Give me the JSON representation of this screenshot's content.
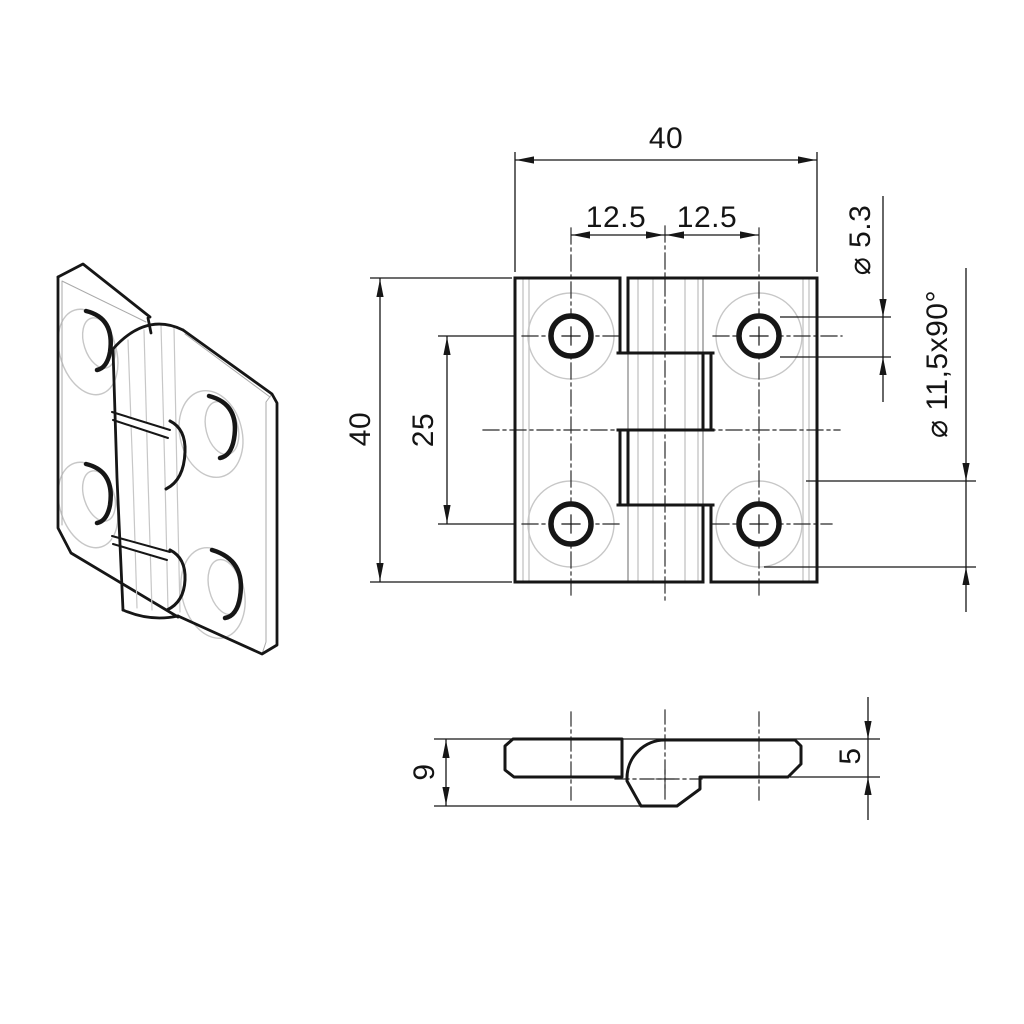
{
  "drawing": {
    "kind": "technical-drawing",
    "subject": "hinge",
    "colors": {
      "line": "#161616",
      "light_gray": "#c7c7c7",
      "background": "#ffffff"
    }
  },
  "dims": {
    "overall_width": "40",
    "overall_height": "40",
    "hole_offset_left": "12.5",
    "hole_offset_right": "12.5",
    "hole_spacing": "25",
    "hole_diameter": "⌀ 5.3",
    "countersink": "⌀ 11,5x90°",
    "section_height": "9",
    "leaf_thickness": "5"
  }
}
